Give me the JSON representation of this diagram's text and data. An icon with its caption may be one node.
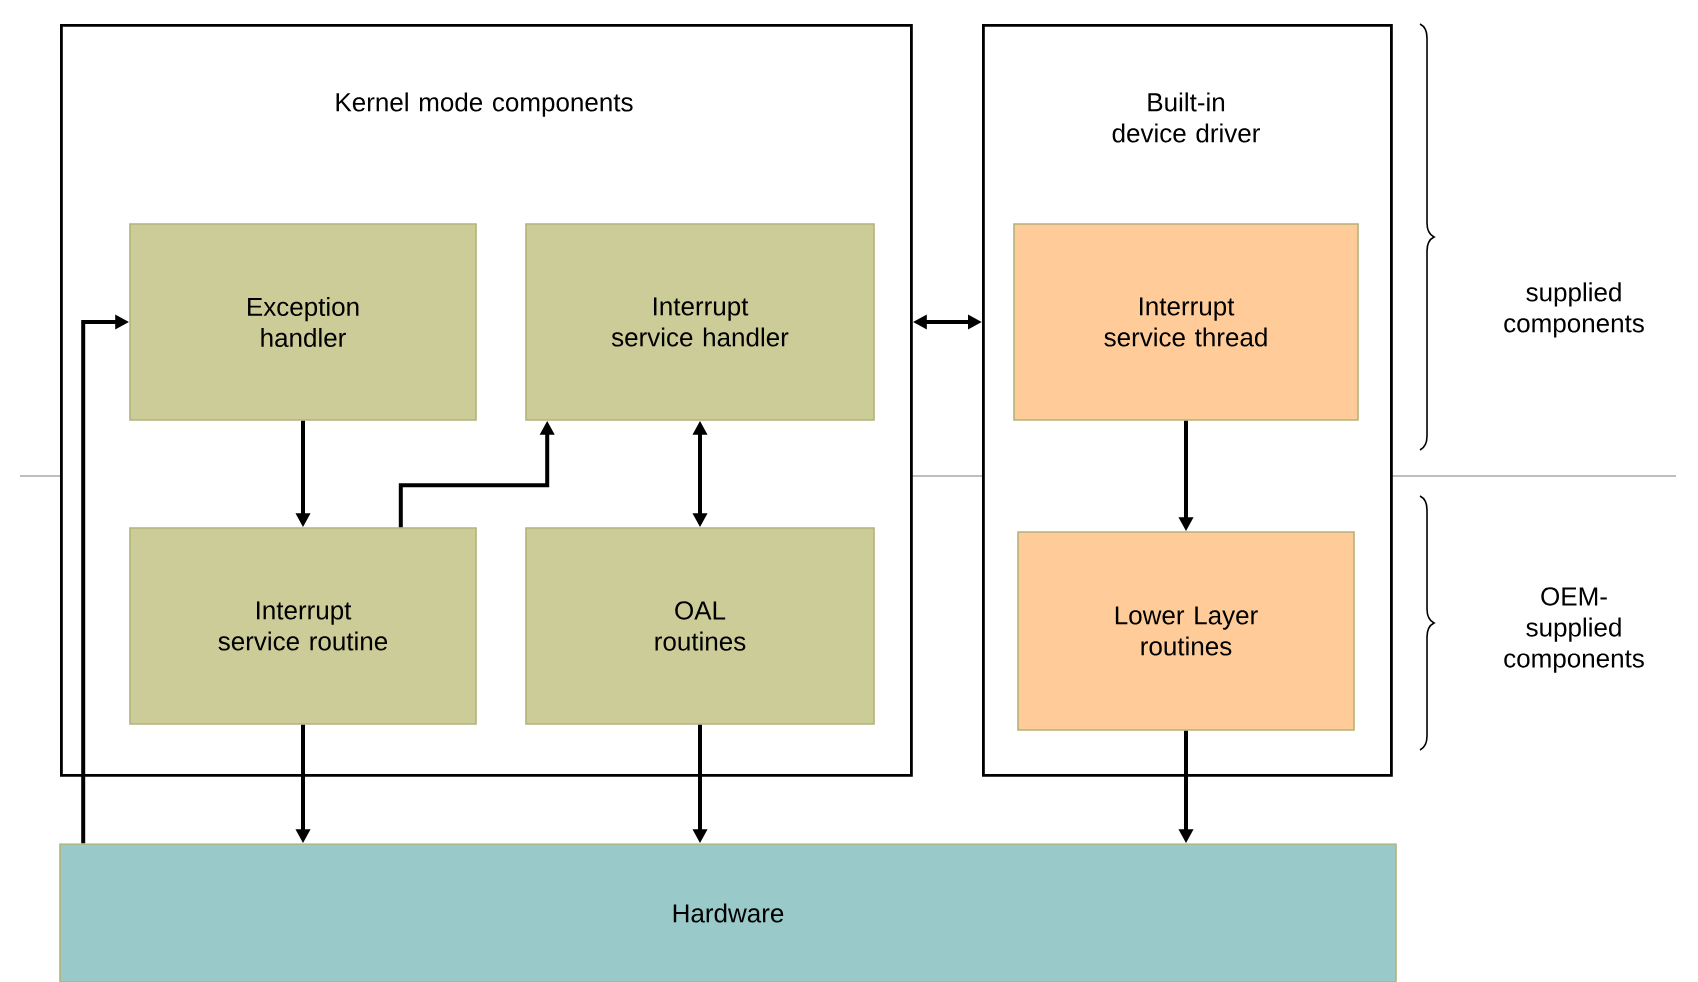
{
  "diagram": {
    "nodes": [
      {
        "text": [
          "Kernel mode components"
        ]
      },
      {
        "text": [
          "Exception handler"
        ],
        "in": 0
      },
      {
        "text": [
          "Interrupt service handler"
        ],
        "in": 0
      },
      {
        "text": [
          "Interrupt service routine"
        ],
        "in": 0
      },
      {
        "text": [
          "OAL routines"
        ],
        "in": 0
      },
      {
        "text": [
          "Built-in device driver"
        ]
      },
      {
        "text": [
          "Interrupt service thread"
        ],
        "in": 5
      },
      {
        "text": [
          "Lower Layer routines"
        ],
        "in": 5
      },
      {
        "text": [
          "Hardware"
        ]
      }
    ],
    "edges": [
      {
        "from": 8,
        "to": 1,
        "arrow": "to"
      },
      {
        "from": 1,
        "to": 3,
        "arrow": "to"
      },
      {
        "from": 3,
        "to": 2,
        "arrow": "to"
      },
      {
        "from": 2,
        "to": 4,
        "arrow": "both"
      },
      {
        "from": 0,
        "to": 5,
        "arrow": "both"
      },
      {
        "from": 6,
        "to": 7,
        "arrow": "to"
      },
      {
        "from": 3,
        "to": 8,
        "arrow": "to"
      },
      {
        "from": 4,
        "to": 8,
        "arrow": "to"
      },
      {
        "from": 7,
        "to": 8,
        "arrow": "to"
      }
    ],
    "labels": [
      "supplied components",
      "OEM-supplied components"
    ]
  }
}
